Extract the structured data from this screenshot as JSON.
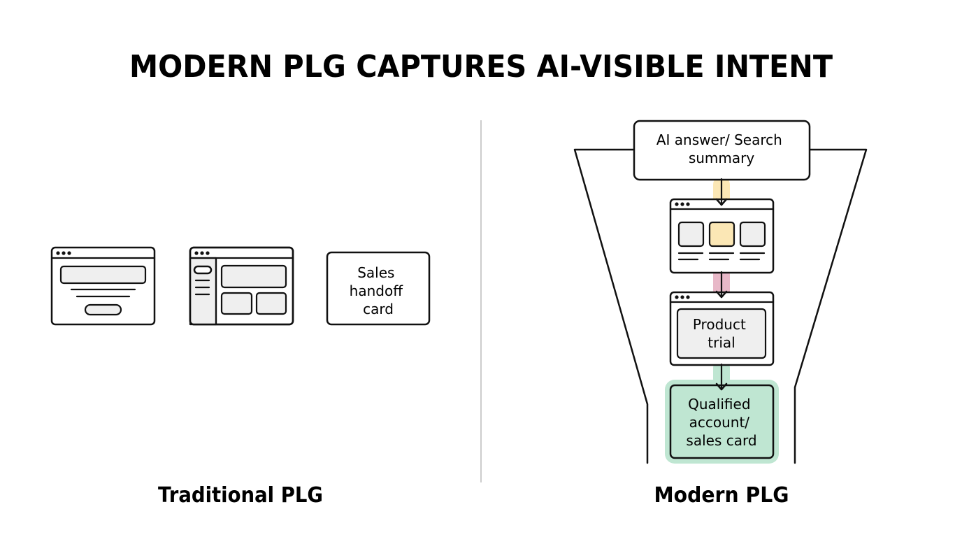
{
  "title": "MODERN PLG CAPTURES AI-VISIBLE INTENT",
  "traditional": {
    "label": "Traditional PLG",
    "sales_card": [
      "Sales",
      "handoff",
      "card"
    ]
  },
  "modern": {
    "label": "Modern PLG",
    "ai_box": [
      "AI answer/ Search",
      "summary"
    ],
    "trial_box": [
      "Product",
      "trial"
    ],
    "qualified_box": [
      "Qualified",
      "account/",
      "sales card"
    ]
  },
  "colors": {
    "highlight_yellow": "#fbe7b5",
    "highlight_pink": "#e8b8c8",
    "highlight_green": "#bfe6d2",
    "divider": "#cccccc",
    "panel_grey": "#efefef"
  }
}
